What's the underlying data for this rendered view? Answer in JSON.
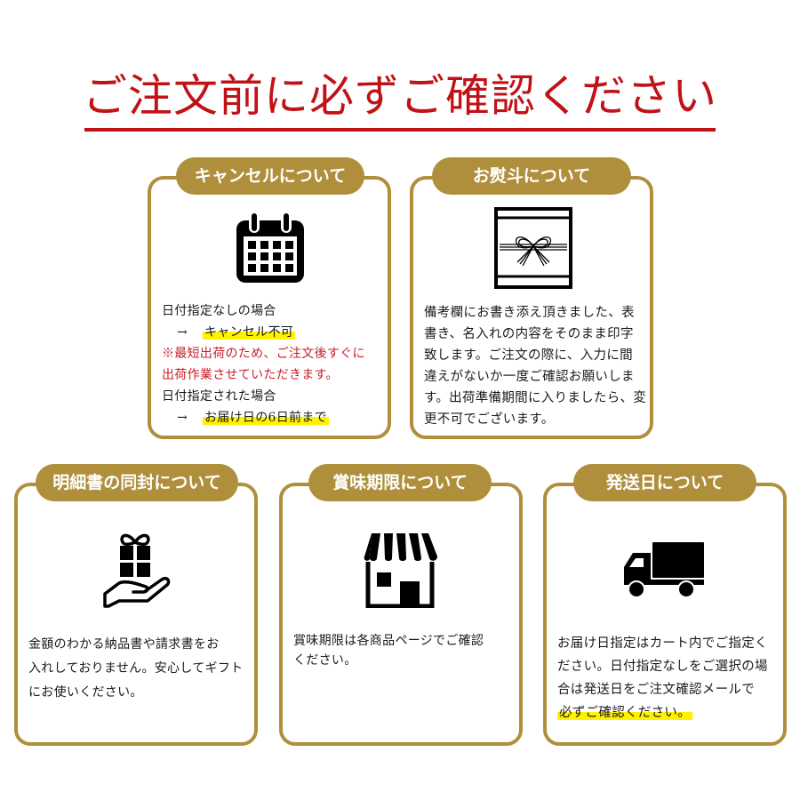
{
  "page": {
    "title": "ご注文前に必ずご確認ください",
    "accent_color": "#c01318",
    "gold_color": "#b08f3c",
    "highlight_color": "#fff200"
  },
  "cards": [
    {
      "id": "cancel",
      "label": "キャンセルについて",
      "icon": "calendar-icon",
      "lines": [
        {
          "text": "日付指定なしの場合"
        },
        {
          "arrow": "→",
          "text": "キャンセル不可",
          "highlight": true
        },
        {
          "text": "※最短出荷のため、ご注文後すぐに",
          "color": "red"
        },
        {
          "text": "出荷作業させていただきます。",
          "color": "red"
        },
        {
          "text": "日付指定された場合"
        },
        {
          "arrow": "→",
          "text": "お届け日の6日前まで",
          "highlight": true
        }
      ]
    },
    {
      "id": "noshi",
      "label": "お熨斗について",
      "icon": "noshi-ribbon-icon",
      "lines": [
        {
          "text": "備考欄にお書き添え頂きました、表"
        },
        {
          "text": "書き、名入れの内容をそのまま印字"
        },
        {
          "text": "致します。ご注文の際に、入力に間"
        },
        {
          "text": "違えがないか一度ご確認お願いしま"
        },
        {
          "text": "す。出荷準備期間に入りましたら、変"
        },
        {
          "text": "更不可でございます。"
        }
      ]
    },
    {
      "id": "invoice",
      "label": "明細書の同封について",
      "icon": "gift-hand-icon",
      "lines": [
        {
          "text": "金額のわかる納品書や請求書をお"
        },
        {
          "text": "入れしておりません。安心してギフト"
        },
        {
          "text": "にお使いください。"
        }
      ]
    },
    {
      "id": "expiry",
      "label": "賞味期限について",
      "icon": "storefront-icon",
      "lines": [
        {
          "text": "賞味期限は各商品ページでご確認"
        },
        {
          "text": "ください。"
        }
      ]
    },
    {
      "id": "shipping",
      "label": "発送日について",
      "icon": "delivery-truck-icon",
      "lines": [
        {
          "text": "お届け日指定はカート内でご指定く"
        },
        {
          "text": "ださい。日付指定なしをご選択の場"
        },
        {
          "text": "合は発送日をご注文確認メールで"
        },
        {
          "text": "必ずご確認ください。",
          "highlight": true
        }
      ]
    }
  ]
}
